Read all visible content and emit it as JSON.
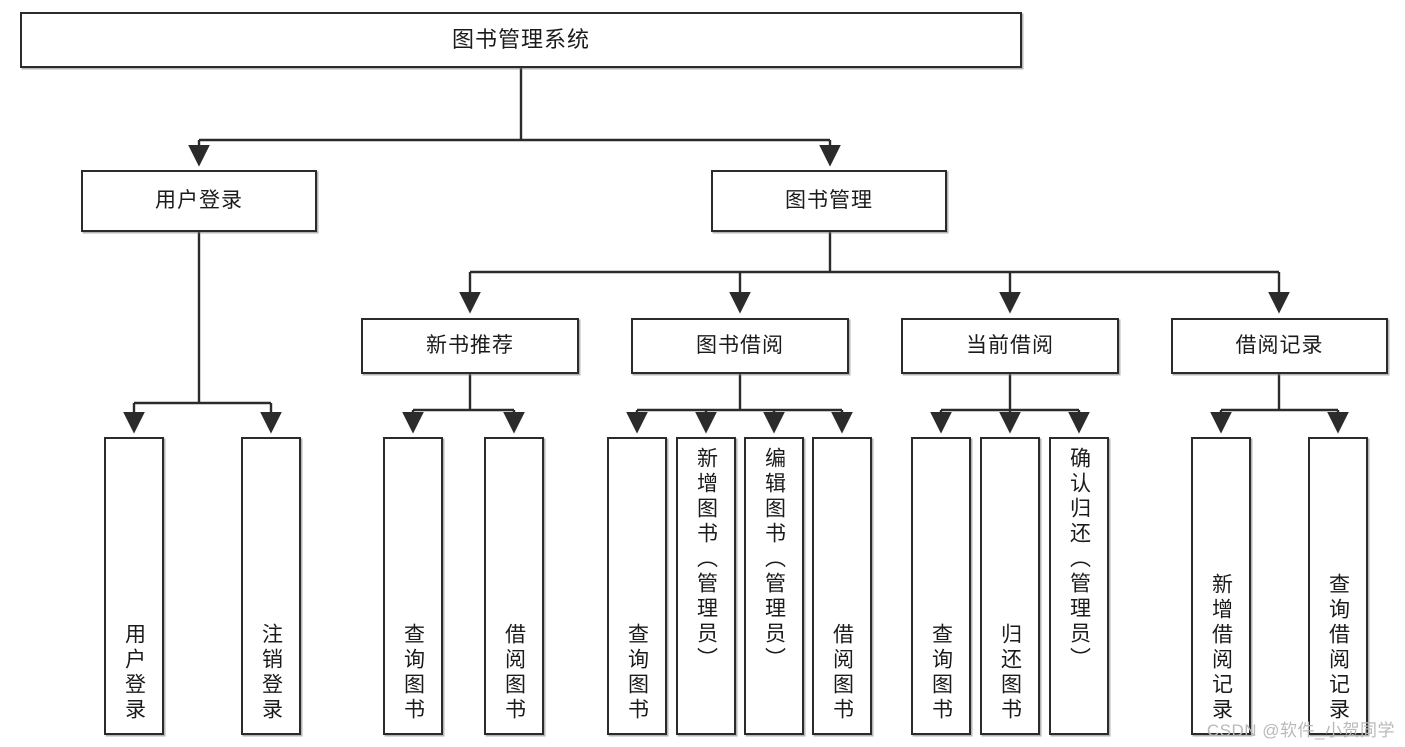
{
  "diagram": {
    "title": "图书管理系统",
    "watermark": "CSDN @软件_小贺同学",
    "nodes": {
      "root": {
        "label": "图书管理系统"
      },
      "level2": [
        {
          "id": "user-login",
          "label": "用户登录"
        },
        {
          "id": "book-manage",
          "label": "图书管理"
        }
      ],
      "level3": [
        {
          "id": "new-book-recommend",
          "label": "新书推荐"
        },
        {
          "id": "book-borrow",
          "label": "图书借阅"
        },
        {
          "id": "current-borrow",
          "label": "当前借阅"
        },
        {
          "id": "borrow-record",
          "label": "借阅记录"
        }
      ],
      "leaves": {
        "user-login": [
          {
            "id": "leaf-user-login",
            "label": "用户登录"
          },
          {
            "id": "leaf-logout-login",
            "label": "注销登录"
          }
        ],
        "new-book-recommend": [
          {
            "id": "leaf-query-book-1",
            "label": "查询图书"
          },
          {
            "id": "leaf-borrow-book-1",
            "label": "借阅图书"
          }
        ],
        "book-borrow": [
          {
            "id": "leaf-query-book-2",
            "label": "查询图书"
          },
          {
            "id": "leaf-add-book",
            "label": "新增图书（管理员）"
          },
          {
            "id": "leaf-edit-book",
            "label": "编辑图书（管理员）"
          },
          {
            "id": "leaf-borrow-book-2",
            "label": "借阅图书"
          }
        ],
        "current-borrow": [
          {
            "id": "leaf-query-book-3",
            "label": "查询图书"
          },
          {
            "id": "leaf-return-book",
            "label": "归还图书"
          },
          {
            "id": "leaf-confirm-return",
            "label": "确认归还（管理员）"
          }
        ],
        "borrow-record": [
          {
            "id": "leaf-add-borrow-record",
            "label": "新增借阅记录"
          },
          {
            "id": "leaf-query-borrow-record",
            "label": "查询借阅记录"
          }
        ]
      }
    },
    "colors": {
      "border": "#2b2b2b",
      "background": "#ffffff",
      "text": "#1b1b1b",
      "watermark": "#b9b9b9"
    }
  }
}
